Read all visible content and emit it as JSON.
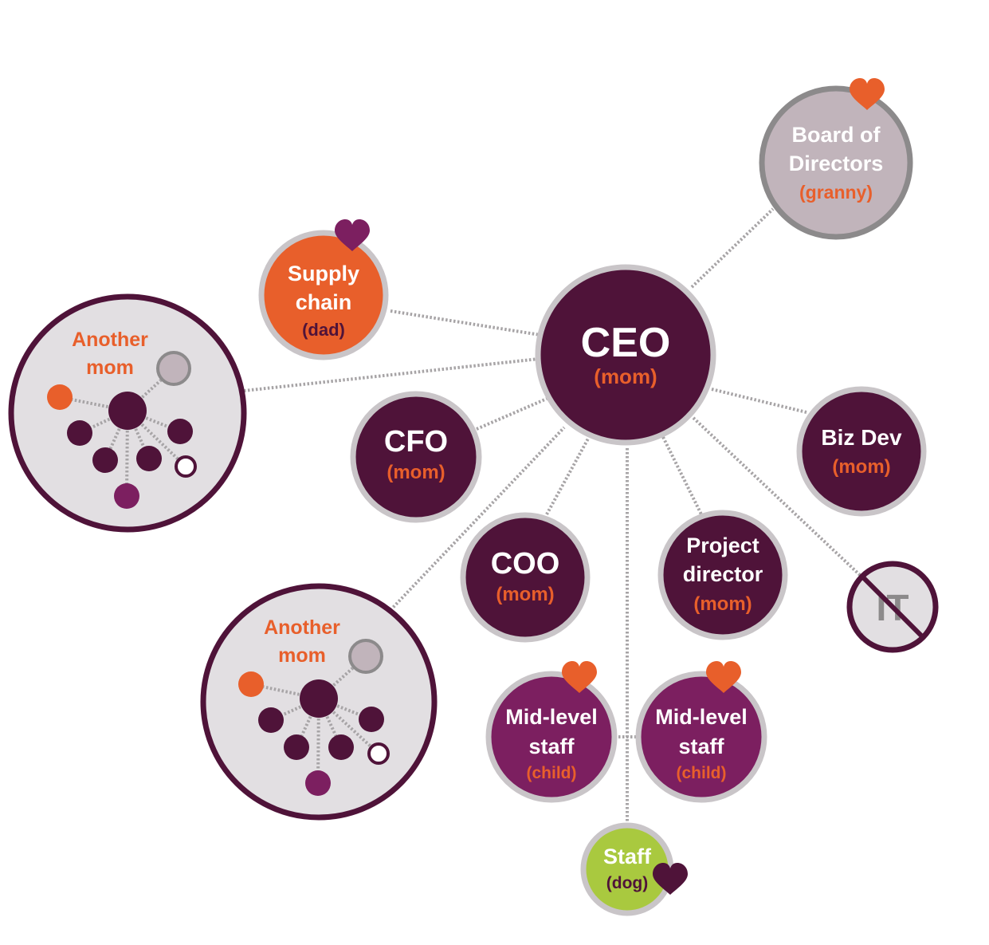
{
  "colors": {
    "plum": "#4f1339",
    "magenta": "#7c1f60",
    "orange": "#e85f2b",
    "lime": "#a9c93f",
    "pink_gray": "#c1b4bb",
    "light_gray": "#e2dfe2",
    "dark_gray": "#8c8a8b",
    "ring_gray": "#c9c5c8"
  },
  "nodes": {
    "ceo": {
      "title": "CEO",
      "role": "(mom)"
    },
    "board": {
      "line1": "Board of",
      "line2": "Directors",
      "role": "(granny)",
      "heart": "heart-icon"
    },
    "supply": {
      "line1": "Supply",
      "line2": "chain",
      "role": "(dad)",
      "heart": "heart-icon"
    },
    "cfo": {
      "title": "CFO",
      "role": "(mom)"
    },
    "bizdev": {
      "title": "Biz Dev",
      "role": "(mom)"
    },
    "coo": {
      "title": "COO",
      "role": "(mom)"
    },
    "project": {
      "line1": "Project",
      "line2": "director",
      "role": "(mom)"
    },
    "it": {
      "title": "IT",
      "mark": "prohibited-slash"
    },
    "mid1": {
      "line1": "Mid-level",
      "line2": "staff",
      "role": "(child)",
      "heart": "heart-icon"
    },
    "mid2": {
      "line1": "Mid-level",
      "line2": "staff",
      "role": "(child)",
      "heart": "heart-icon"
    },
    "staff": {
      "title": "Staff",
      "role": "(dog)",
      "heart": "heart-icon"
    },
    "another1": {
      "line1": "Another",
      "line2": "mom"
    },
    "another2": {
      "line1": "Another",
      "line2": "mom"
    }
  }
}
